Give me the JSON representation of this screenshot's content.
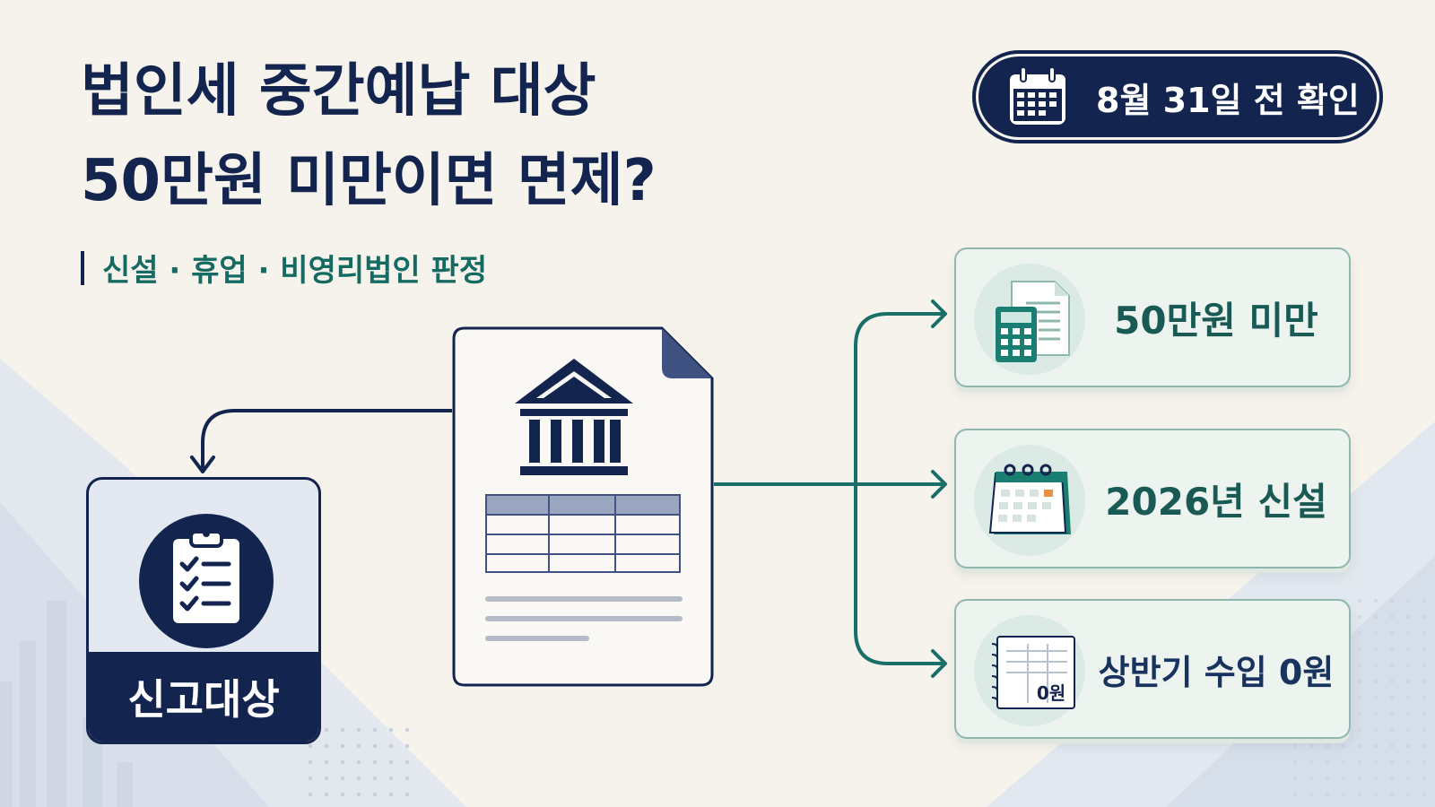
{
  "title": {
    "line1": "법인세 중간예납 대상",
    "line2": "50만원 미만이면 면제?"
  },
  "subtitle": "신설 · 휴업 · 비영리법인 판정",
  "deadline": {
    "label": "8월 31일 전 확인",
    "icon": "calendar-icon"
  },
  "target": {
    "label": "신고대상",
    "icon": "clipboard-checklist-icon"
  },
  "document": {
    "icon": "bank-building-icon"
  },
  "conditions": [
    {
      "label": "50만원 미만",
      "icon": "calculator-document-icon"
    },
    {
      "label": "2026년 신설",
      "icon": "calendar-icon"
    },
    {
      "label": "상반기 수입 0원",
      "icon": "ledger-book-icon",
      "icon_text": "0원"
    }
  ],
  "colors": {
    "navy": "#13254f",
    "teal": "#1a6e68",
    "card_bg": "#edf3ee",
    "background": "#f6f3ec",
    "accent_orange": "#e8923e"
  }
}
